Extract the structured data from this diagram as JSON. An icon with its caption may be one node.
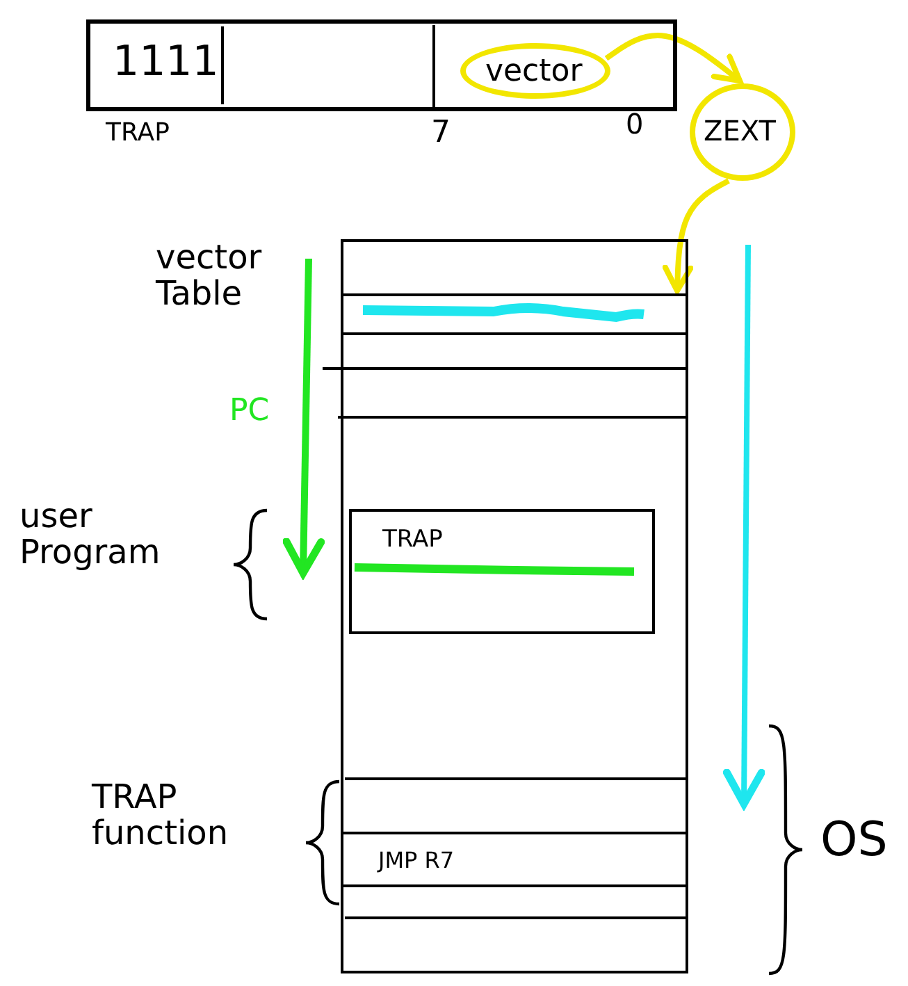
{
  "diagram": {
    "nodes": [
      {
        "text": [],
        "shape": "box"
      },
      {
        "text": [
          "1111"
        ],
        "in": 0
      },
      {
        "text": [
          "vector"
        ],
        "in": 0
      },
      {
        "text": [
          "ZEXT"
        ]
      },
      {
        "text": [],
        "shape": "box"
      },
      {
        "text": [],
        "shape": "bar",
        "in": 4
      },
      {
        "text": [
          "TRAP"
        ],
        "in": 4
      },
      {
        "text": [
          "JMP R7"
        ],
        "in": 4
      }
    ],
    "edges": [
      {
        "from": 2,
        "to": 3,
        "arrow": "to"
      },
      {
        "from": 3,
        "to": 5,
        "arrow": "to"
      }
    ],
    "labels": [
      "TRAP",
      "7",
      "0",
      "vector Table",
      "PC",
      "user Program",
      "TRAP function",
      "OS"
    ]
  }
}
